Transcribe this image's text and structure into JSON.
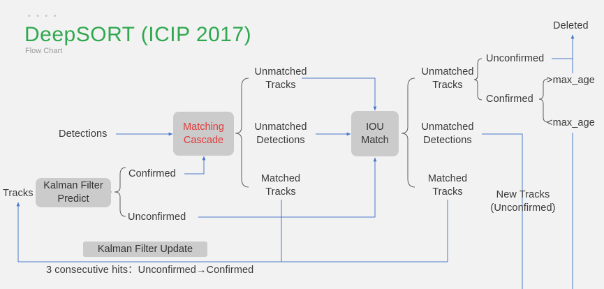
{
  "header": {
    "title": "DeepSORT (ICIP 2017)",
    "subtitle": "Flow Chart",
    "dots": "• • • •"
  },
  "nodes": {
    "detections": "Detections",
    "tracks": "Tracks",
    "kalman_predict": "Kalman Filter\nPredict",
    "confirmed_1": "Confirmed",
    "unconfirmed_1": "Unconfirmed",
    "matching_cascade": "Matching\nCascade",
    "unmatched_tracks_1": "Unmatched\nTracks",
    "unmatched_detections_1": "Unmatched\nDetections",
    "matched_tracks_1": "Matched\nTracks",
    "iou_match": "IOU\nMatch",
    "unmatched_tracks_2": "Unmatched\nTracks",
    "unmatched_detections_2": "Unmatched\nDetections",
    "matched_tracks_2": "Matched\nTracks",
    "unconfirmed_2": "Unconfirmed",
    "confirmed_2": "Confirmed",
    "gt_max_age": ">max_age",
    "lt_max_age": "<max_age",
    "deleted": "Deleted",
    "new_tracks": "New Tracks\n(Unconfirmed)",
    "kalman_update": "Kalman Filter Update",
    "consecutive_hits": "3 consecutive hits：Unconfirmed→Confirmed"
  },
  "colors": {
    "title": "#2fa84f",
    "cascade_text": "#e23a3a",
    "arrow": "#4a78c8",
    "bracket": "#5a5a5a",
    "box": "#cbcbcb"
  }
}
